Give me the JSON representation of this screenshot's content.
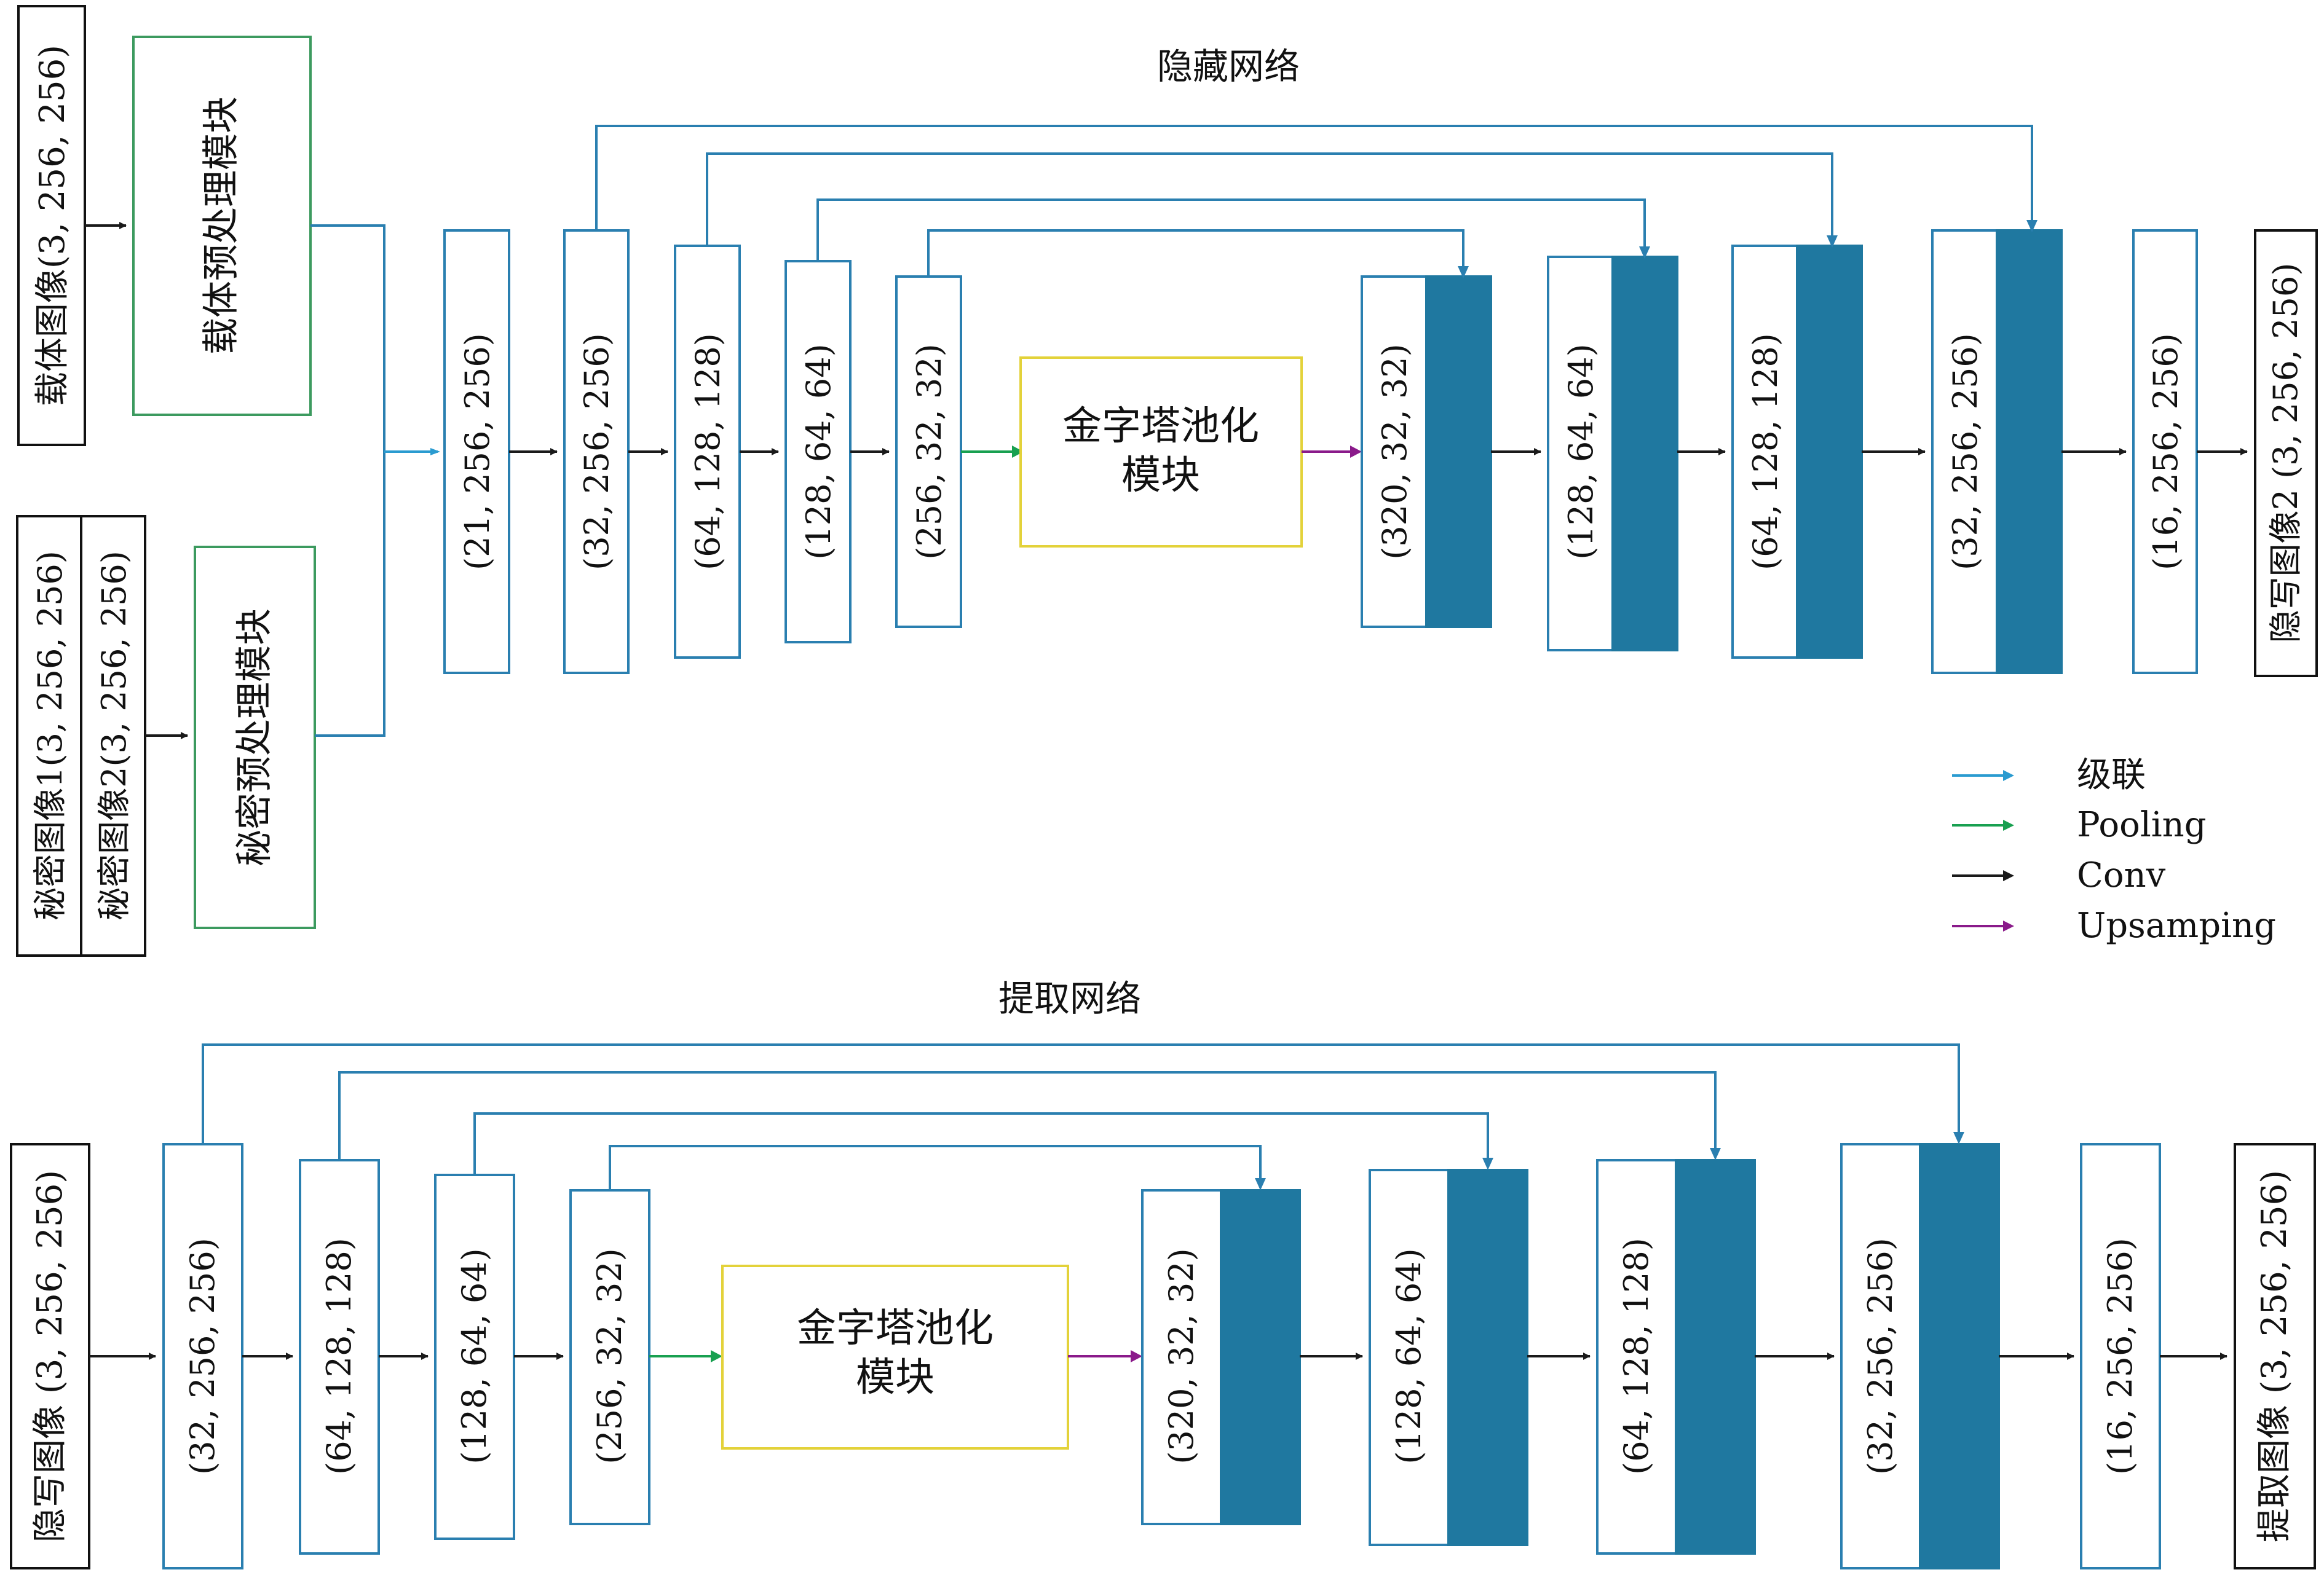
{
  "colors": {
    "block_border": "#2a7fb0",
    "filled": "#1f78a0",
    "pre_border": "#3c9a5f",
    "pyramid_border": "#e3d23a",
    "concat": "#2a9bd0",
    "pooling": "#18a050",
    "conv": "#1a1a1a",
    "upsample": "#8a1a8a"
  },
  "hiding": {
    "title": "隐藏网络",
    "cover_input": "载体图像(3, 256, 256)",
    "cover_pre": "载体预处理模块",
    "secret_input_1": "秘密图像1(3, 256, 256)",
    "secret_input_2": "秘密图像2(3, 256, 256)",
    "secret_pre": "秘密预处理模块",
    "enc_labels": [
      "(21, 256, 256)",
      "(32, 256, 256)",
      "(64, 128, 128)",
      "(128, 64, 64)",
      "(256, 32, 32)"
    ],
    "pyramid_line1": "金字塔池化",
    "pyramid_line2": "模块",
    "dec_labels": [
      "(320, 32, 32)",
      "(128, 64, 64)",
      "(64, 128, 128)",
      "(32, 256, 256)",
      "(16, 256, 256)"
    ],
    "output": "隐写图像2 (3, 256, 256)"
  },
  "legend": {
    "items": [
      {
        "label": "级联",
        "color": "#2a9bd0"
      },
      {
        "label": "Pooling",
        "color": "#18a050"
      },
      {
        "label": "Conv",
        "color": "#1a1a1a"
      },
      {
        "label": "Upsamping",
        "color": "#8a1a8a"
      }
    ]
  },
  "extraction": {
    "title": "提取网络",
    "input": "隐写图像 (3, 256, 256)",
    "enc_labels": [
      "(32, 256, 256)",
      "(64, 128, 128)",
      "(128, 64, 64)",
      "(256, 32, 32)"
    ],
    "pyramid_line1": "金字塔池化",
    "pyramid_line2": "模块",
    "dec_labels": [
      "(320, 32, 32)",
      "(128, 64, 64)",
      "(64, 128, 128)",
      "(32, 256, 256)",
      "(16, 256, 256)"
    ],
    "output": "提取图像 (3, 256, 256)"
  }
}
